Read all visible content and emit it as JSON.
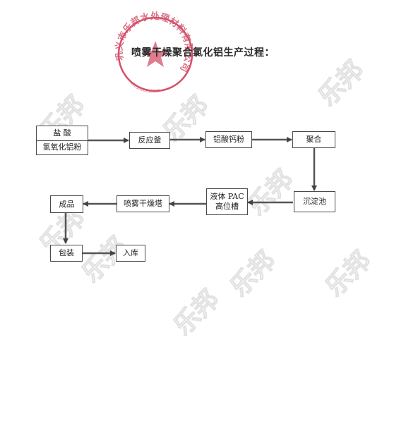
{
  "title": "喷雾干燥聚合氯化铝生产过程：",
  "watermark_text": "乐邦",
  "stamp": {
    "text": "巩义市乐邦水处理材料有限公司",
    "number": "4101820010366",
    "color": "#d4506a"
  },
  "nodes": {
    "raw": {
      "top": "盐  酸",
      "bottom": "氢氧化铝粉"
    },
    "reactor": "反应釜",
    "calcium": "铝酸钙粉",
    "polymerize": "聚合",
    "settle": "沉淀池",
    "liquid": {
      "line1": "液体 PAC",
      "line2": "高位槽"
    },
    "spray": "喷雾干燥塔",
    "product": "成品",
    "package": "包装",
    "storage": "入库"
  },
  "colors": {
    "line": "#4a4a4a",
    "arrow": "#444444",
    "text": "#222222"
  }
}
